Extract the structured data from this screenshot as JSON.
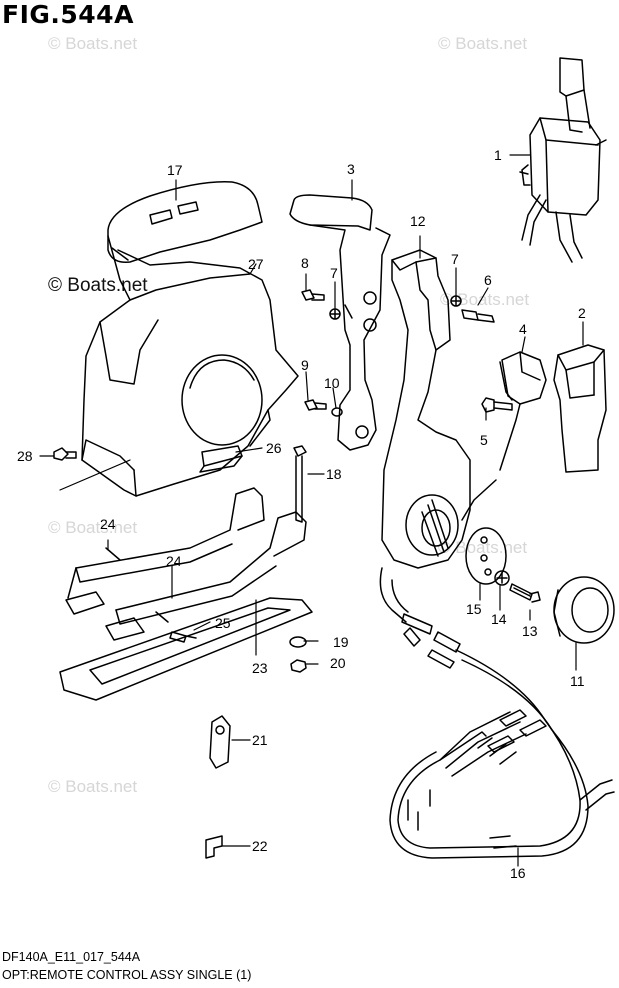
{
  "figure": {
    "title": "FIG.544A",
    "code": "DF140A_E11_017_544A",
    "caption": "OPT:REMOTE CONTROL ASSY SINGLE (1)"
  },
  "watermark": {
    "text": "© Boats.net",
    "color": "#d6d6d6"
  },
  "part_numbers": [
    "1",
    "2",
    "3",
    "4",
    "5",
    "6",
    "7",
    "7",
    "8",
    "9",
    "10",
    "11",
    "12",
    "13",
    "14",
    "15",
    "16",
    "17",
    "18",
    "19",
    "20",
    "21",
    "22",
    "23",
    "24",
    "24",
    "25",
    "26",
    "27",
    "28"
  ]
}
